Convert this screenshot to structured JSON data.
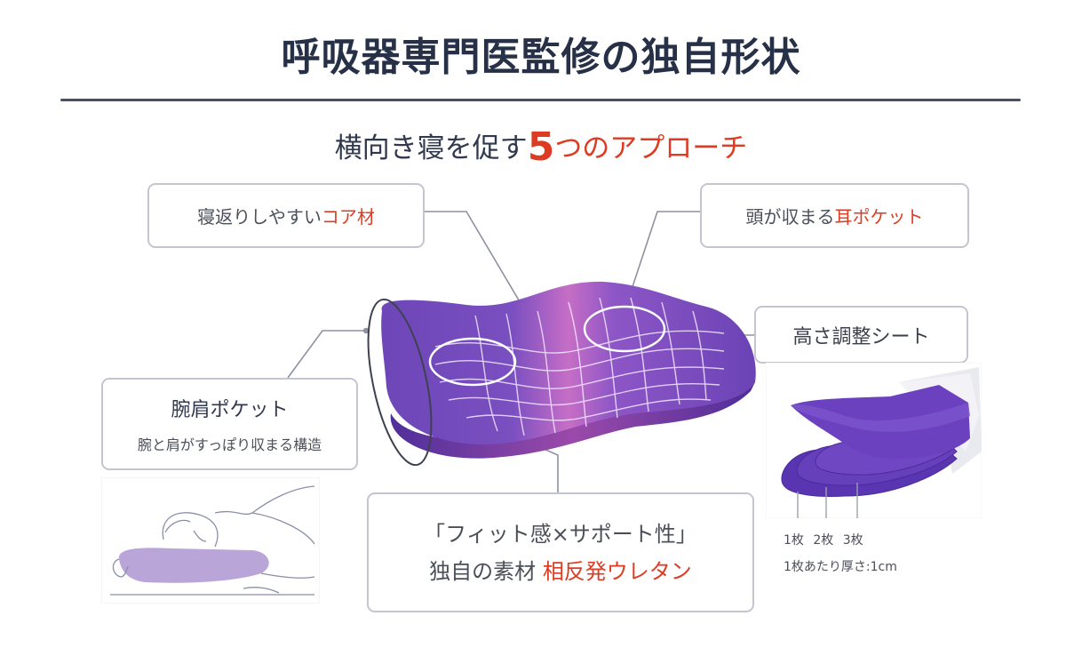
{
  "header": {
    "title": "呼吸器専門医監修の独自形状"
  },
  "subtitle": {
    "prefix": "横向き寝を促す",
    "number": "5",
    "suffix": "つのアプローチ"
  },
  "callouts": {
    "core": {
      "text": "寝返りしやすい",
      "highlight": "コア材"
    },
    "ear_pocket": {
      "text": "頭が収まる",
      "highlight": "耳ポケット"
    },
    "height_sheet": {
      "text": "高さ調整シート"
    },
    "shoulder_pocket": {
      "title": "腕肩ポケット",
      "description": "腕と肩がすっぽり収まる構造"
    },
    "material": {
      "line1": "「フィット感×サポート性」",
      "line2_prefix": "独自の素材 ",
      "line2_highlight": "相反発ウレタン"
    }
  },
  "height_sheet_info": {
    "counts": [
      "1枚",
      "2枚",
      "3枚"
    ],
    "thickness": "1枚あたり厚さ:1cm"
  },
  "images": {
    "pillow": "pillow-product-illustration",
    "sheets": "height-adjustment-sheets-illustration",
    "sleeper": "side-sleeping-person-illustration"
  },
  "colors": {
    "title": "#263047",
    "accent": "#dd3c22",
    "border": "#c3c6d0",
    "pillow_purple": "#6a3fb5",
    "pillow_pink": "#c06ac0",
    "connector": "#8e92a0"
  }
}
